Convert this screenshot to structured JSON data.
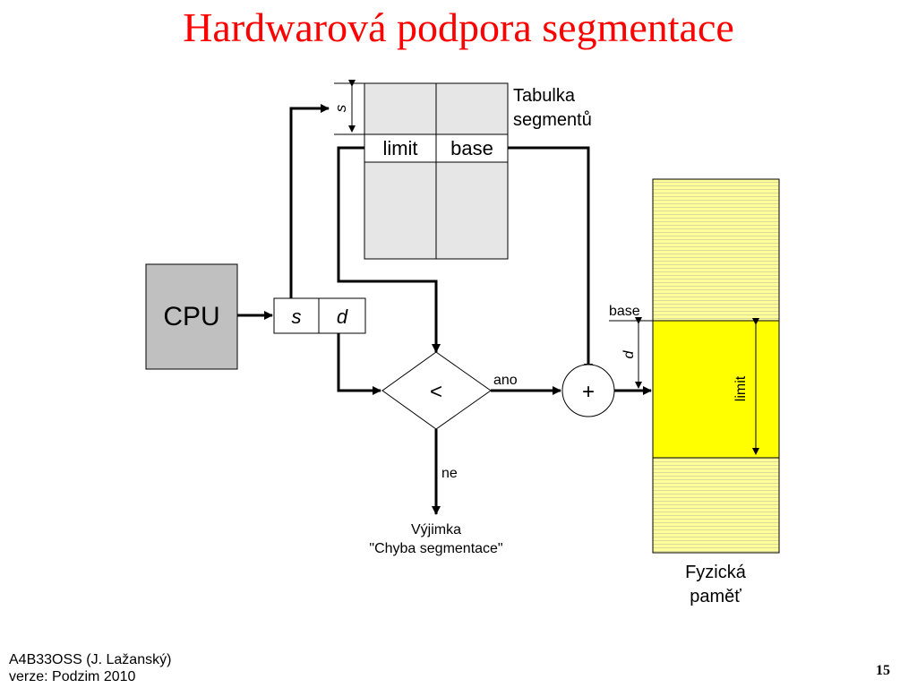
{
  "slide": {
    "title": "Hardwarová podpora segmentace",
    "footer_course": "A4B33OSS (J. Lažanský)",
    "footer_version": "verze: Podzim 2010",
    "page_number": "15"
  },
  "diagram": {
    "cpu_label": "CPU",
    "address_s": "s",
    "address_d": "d",
    "segment_table_title_line1": "Tabulka",
    "segment_table_title_line2": "segmentů",
    "table_index_label": "s",
    "table_limit_label": "limit",
    "table_base_label": "base",
    "comparator_symbol": "<",
    "adder_symbol": "+",
    "yes_label": "ano",
    "no_label": "ne",
    "exception_line1": "Výjimka",
    "exception_line2": "\"Chyba segmentace\"",
    "memory_base_label": "base",
    "memory_offset_label": "d",
    "memory_limit_label": "limit",
    "memory_title_line1": "Fyzická",
    "memory_title_line2": "paměť",
    "colors": {
      "title": "#ff0000",
      "cpu_fill": "#c0c0c0",
      "table_fill": "#e6e6e6",
      "memory_stripe": "#ffff99",
      "memory_segment": "#ffff00"
    }
  }
}
